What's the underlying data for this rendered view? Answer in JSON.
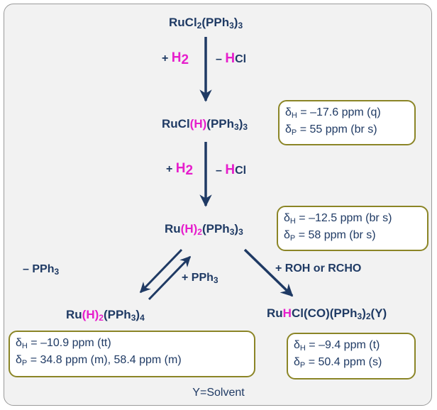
{
  "compounds": {
    "c1": {
      "base": "RuCl",
      "s1": "2",
      "mid": "(PPh",
      "s2": "3",
      "end": ")",
      "s3": "3"
    },
    "c2": {
      "pre": "RuCl",
      "h": "(H)",
      "mid": "(PPh",
      "s1": "3",
      "end": ")",
      "s2": "3"
    },
    "c3": {
      "pre": "Ru",
      "h": "(H)",
      "hs": "2",
      "mid": "(PPh",
      "s1": "3",
      "end": ")",
      "s2": "3"
    },
    "c4": {
      "pre": "Ru",
      "h": "(H)",
      "hs": "2",
      "mid": "(PPh",
      "s1": "3",
      "end": ")",
      "s2": "4"
    },
    "c5": {
      "pre": "Ru",
      "h": "H",
      "mid": "Cl(CO)(PPh",
      "s1": "3",
      "mid2": ")",
      "s2": "2",
      "end": "(Y)"
    }
  },
  "labels": {
    "plus_h2": {
      "sign": "+ ",
      "h": "H",
      "sub": "2"
    },
    "minus_hcl": {
      "sign": "– ",
      "h": "H",
      "rest": "Cl"
    },
    "minus_pph3": {
      "text": "– PPh",
      "sub": "3"
    },
    "plus_pph3": {
      "text": "+ PPh",
      "sub": "3"
    },
    "roh": "+ ROH or RCHO"
  },
  "nmr": {
    "b1": {
      "l1_sym": "δ",
      "l1_sub": "H",
      "l1": " = –17.6 ppm (q)",
      "l2_sym": "δ",
      "l2_sub": "P",
      "l2": " = 55 ppm (br s)"
    },
    "b2": {
      "l1_sym": "δ",
      "l1_sub": "H",
      "l1": " = –12.5 ppm (br s)",
      "l2_sym": "δ",
      "l2_sub": "P",
      "l2": " = 58 ppm (br s)"
    },
    "b3": {
      "l1_sym": "δ",
      "l1_sub": "H",
      "l1": " = –10.9 ppm (tt)",
      "l2_sym": "δ",
      "l2_sub": "P",
      "l2": " = 34.8 ppm (m), 58.4 ppm (m)"
    },
    "b4": {
      "l1_sym": "δ",
      "l1_sub": "H",
      "l1": " = –9.4 ppm (t)",
      "l2_sym": "δ",
      "l2_sub": "P",
      "l2": " = 50.4 ppm (s)"
    }
  },
  "footer": "Y=Solvent",
  "colors": {
    "text": "#1f3a64",
    "highlight": "#e61ecc",
    "box_border": "#8b8526",
    "panel": "#f2f2f2"
  }
}
